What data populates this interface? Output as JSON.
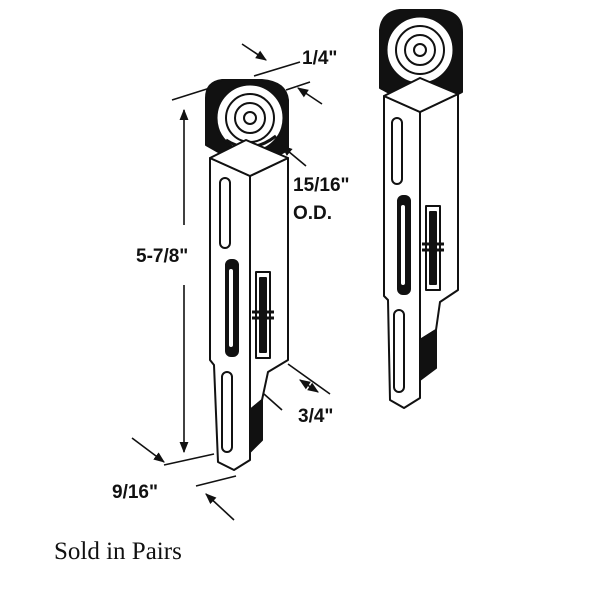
{
  "dimensions": {
    "height": "5-7/8\"",
    "wheel_width": "1/4\"",
    "wheel_diameter": "15/16\"",
    "wheel_diameter_note": "O.D.",
    "body_depth": "3/4\"",
    "body_width": "9/16\""
  },
  "caption": "Sold in Pairs",
  "colors": {
    "ink": "#111111",
    "background": "#ffffff"
  }
}
